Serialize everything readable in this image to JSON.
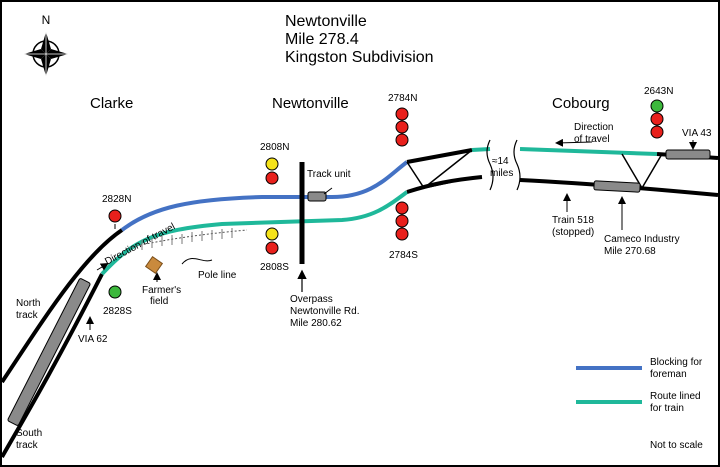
{
  "title": {
    "line1": "Newtonville",
    "line2": "Mile 278.4",
    "line3": "Kingston Subdivision"
  },
  "compass": {
    "north_label": "N",
    "icon": "compass-rose-icon"
  },
  "places": {
    "clarke": "Clarke",
    "newtonville": "Newtonville",
    "cobourg": "Cobourg"
  },
  "signals": {
    "s2828N": "2828N",
    "s2828S": "2828S",
    "s2808N": "2808N",
    "s2808S": "2808S",
    "s2784N": "2784N",
    "s2784S": "2784S",
    "s2643N": "2643N"
  },
  "labels": {
    "north_track_1": "North",
    "north_track_2": "track",
    "south_track_1": "South",
    "south_track_2": "track",
    "direction_of_travel": "Direction of travel",
    "direction_east_1": "Direction",
    "direction_east_2": "of travel",
    "via62": "VIA 62",
    "via43": "VIA 43",
    "farmers_field_1": "Farmer's",
    "farmers_field_2": "field",
    "pole_line": "Pole line",
    "track_unit": "Track unit",
    "overpass_1": "Overpass",
    "overpass_2": "Newtonville Rd.",
    "overpass_3": "Mile 280.62",
    "gap_1": "≈14",
    "gap_2": "miles",
    "train518_1": "Train 518",
    "train518_2": "(stopped)",
    "cameco_1": "Cameco Industry",
    "cameco_2": "Mile 270.68"
  },
  "legend": {
    "blocking_1": "Blocking for",
    "blocking_2": "foreman",
    "route_1": "Route lined",
    "route_2": "for train",
    "not_to_scale": "Not to scale"
  },
  "colors": {
    "blocking": "#4472c4",
    "route": "#1fb89a",
    "signal_red": "#e8201c",
    "signal_yellow": "#f5e31a",
    "signal_green": "#3cb83c",
    "field": "#c98a3d",
    "train": "#8a8a8a"
  }
}
